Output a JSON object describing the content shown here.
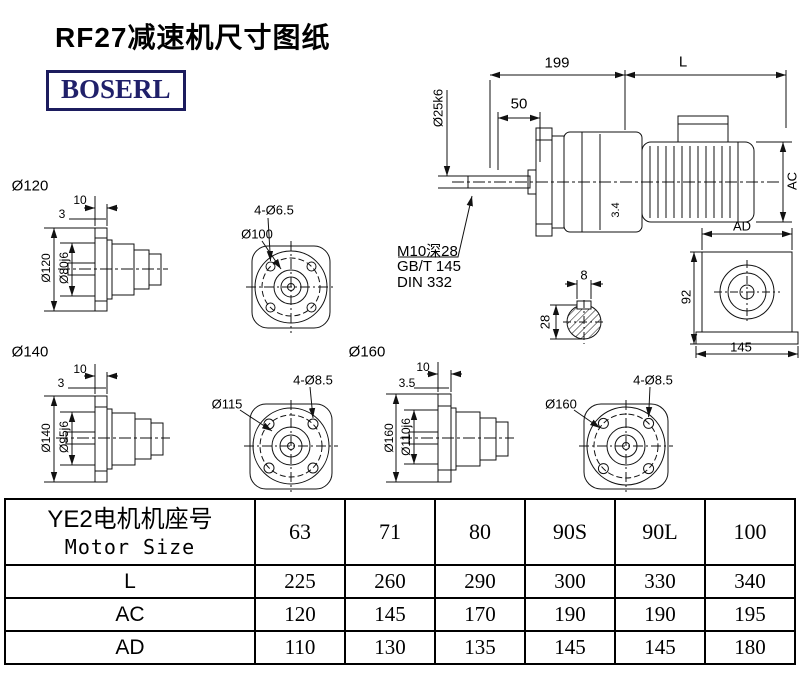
{
  "page": {
    "title": "RF27减速机尺寸图纸",
    "logo_text": "BOSERL"
  },
  "main_drawing": {
    "dim_top_left": "199",
    "dim_top_right": "L",
    "dim_50": "50",
    "dim_shaft_dia": "Ø25k6",
    "dim_motor_height": "AC",
    "dim_chamfer": "3.4",
    "thread_note": "M10深28",
    "standard_note1": "GB/T 145",
    "standard_note2": "DIN 332"
  },
  "output_side_view": {
    "dim_ad": "AD",
    "dim_92": "92",
    "dim_145": "145"
  },
  "shaft_section": {
    "dim_key_width": "8",
    "dim_28": "28"
  },
  "flange_120": {
    "view_label": "Ø120",
    "dim_10": "10",
    "dim_3": "3",
    "dim_outer": "Ø120",
    "dim_spigot": "Ø80j6"
  },
  "front_100": {
    "holes": "4-Ø6.5",
    "dia": "Ø100"
  },
  "flange_140": {
    "view_label": "Ø140",
    "dim_10": "10",
    "dim_3": "3",
    "dim_outer": "Ø140",
    "dim_spigot": "Ø95j6"
  },
  "front_115": {
    "dia": "Ø115",
    "holes": "4-Ø8.5"
  },
  "flange_160": {
    "view_label": "Ø160",
    "dim_10": "10",
    "dim_3_5": "3.5",
    "dim_outer": "Ø160",
    "dim_spigot": "Ø110j6"
  },
  "front_160": {
    "dia": "Ø160",
    "holes": "4-Ø8.5"
  },
  "table": {
    "header_cn": "YE2电机机座号",
    "header_en": "Motor Size",
    "sizes": [
      "63",
      "71",
      "80",
      "90S",
      "90L",
      "100"
    ],
    "rows": [
      {
        "label": "L",
        "values": [
          "225",
          "260",
          "290",
          "300",
          "330",
          "340"
        ]
      },
      {
        "label": "AC",
        "values": [
          "120",
          "145",
          "170",
          "190",
          "190",
          "195"
        ]
      },
      {
        "label": "AD",
        "values": [
          "110",
          "130",
          "135",
          "145",
          "145",
          "180"
        ]
      }
    ]
  }
}
